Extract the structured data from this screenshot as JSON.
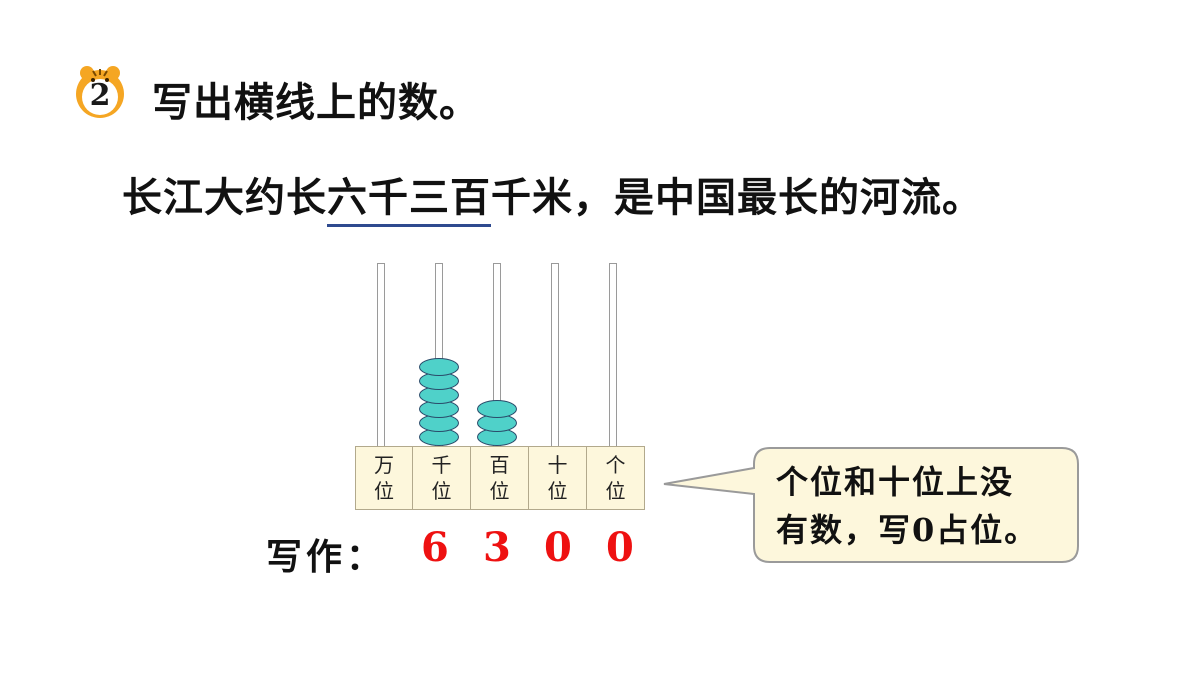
{
  "task": {
    "number": "2",
    "title": "写出横线上的数。"
  },
  "sentence": {
    "before": "长江大约长",
    "underlined": "六千三百",
    "after": "千米，是中国最长的河流。"
  },
  "abacus": {
    "places": [
      {
        "line1": "万",
        "line2": "位",
        "beads": 0
      },
      {
        "line1": "千",
        "line2": "位",
        "beads": 6
      },
      {
        "line1": "百",
        "line2": "位",
        "beads": 3
      },
      {
        "line1": "十",
        "line2": "位",
        "beads": 0
      },
      {
        "line1": "个",
        "line2": "位",
        "beads": 0
      }
    ],
    "bead_color": "#4fd1c9"
  },
  "answer": {
    "label": "写作：",
    "digits": [
      "6",
      "3",
      "0",
      "0"
    ],
    "digit_color": "#ee1111"
  },
  "callout": {
    "line1": "个位和十位上没",
    "line2": "有数，写0占位。"
  }
}
